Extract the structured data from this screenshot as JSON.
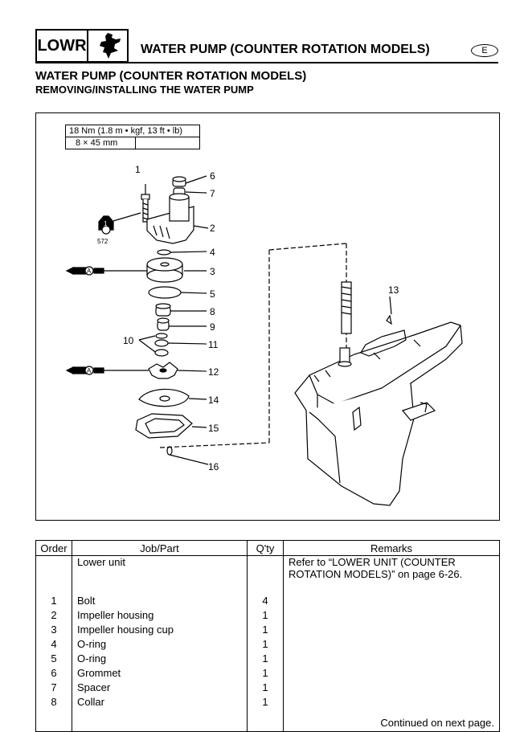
{
  "header": {
    "section_code": "LOWR",
    "title": "WATER PUMP (COUNTER ROTATION MODELS)",
    "language_badge": "E"
  },
  "section": {
    "title": "WATER PUMP (COUNTER ROTATION MODELS)",
    "subtitle": "REMOVING/INSTALLING THE WATER PUMP"
  },
  "diagram": {
    "torque": "18 Nm (1.8 m • kgf, 13 ft • lb)",
    "bolt_size": "8 × 45 mm",
    "sealant_label": "572",
    "grease_symbol": "A",
    "part_numbers": [
      "1",
      "2",
      "3",
      "4",
      "5",
      "6",
      "7",
      "8",
      "9",
      "10",
      "11",
      "12",
      "13",
      "14",
      "15",
      "16"
    ]
  },
  "table": {
    "headers": [
      "Order",
      "Job/Part",
      "Q'ty",
      "Remarks"
    ],
    "intro_row": {
      "job": "Lower unit",
      "remarks_line1": "Refer to “LOWER UNIT (COUNTER",
      "remarks_line2": "ROTATION MODELS)” on page 6-26."
    },
    "rows": [
      {
        "order": "1",
        "job": "Bolt",
        "qty": "4"
      },
      {
        "order": "2",
        "job": "Impeller housing",
        "qty": "1"
      },
      {
        "order": "3",
        "job": "Impeller housing cup",
        "qty": "1"
      },
      {
        "order": "4",
        "job": "O-ring",
        "qty": "1"
      },
      {
        "order": "5",
        "job": "O-ring",
        "qty": "1"
      },
      {
        "order": "6",
        "job": "Grommet",
        "qty": "1"
      },
      {
        "order": "7",
        "job": "Spacer",
        "qty": "1"
      },
      {
        "order": "8",
        "job": "Collar",
        "qty": "1"
      }
    ],
    "continued": "Continued on next page."
  }
}
